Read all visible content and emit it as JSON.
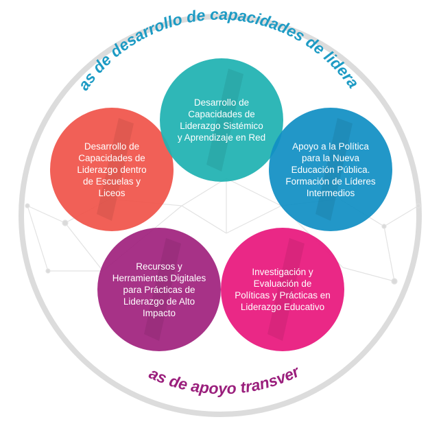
{
  "titles": {
    "top": "Áreas de desarrollo de capacidades de liderazgo",
    "bottom": "Áreas de apoyo transversal"
  },
  "circles": [
    {
      "id": "escuelas",
      "label": "Desarrollo de\nCapacidades de\nLiderazgo dentro\nde Escuelas y\nLiceos",
      "color": "#F0544A"
    },
    {
      "id": "red",
      "label": "Desarrollo de\nCapacidades de\nLiderazgo Sistémico\ny Aprendizaje en Red",
      "color": "#1FB2B2"
    },
    {
      "id": "politica",
      "label": "Apoyo a la Política\npara la Nueva\nEducación Pública.\nFormación de Líderes\nIntermedios",
      "color": "#118FC4"
    },
    {
      "id": "recursos",
      "label": "Recursos y\nHerramientas Digitales\npara Prácticas de\nLiderazgo de Alto\nImpacto",
      "color": "#A0227E"
    },
    {
      "id": "investigacion",
      "label": "Investigación y\nEvaluación de\nPolíticas y Prácticas en\nLiderazgo Educativo",
      "color": "#E8187D"
    }
  ],
  "colors": {
    "ring": "#DCDCDC",
    "top_title": "#1D9BC4",
    "bottom_title": "#9A1F7C",
    "network": "#E2E2E2"
  }
}
